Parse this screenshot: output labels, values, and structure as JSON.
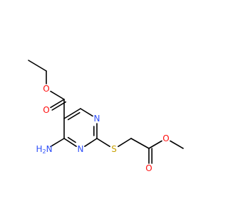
{
  "diagram": {
    "atoms": [
      {
        "id": "ethyl-ch3",
        "text": ""
      },
      {
        "id": "ethyl-ch2",
        "text": ""
      },
      {
        "id": "ester-o-single",
        "text": "O"
      },
      {
        "id": "ester-carbonyl-c",
        "text": ""
      },
      {
        "id": "ester-o-double",
        "text": "O"
      },
      {
        "id": "ring-c5",
        "text": ""
      },
      {
        "id": "ring-c6",
        "text": ""
      },
      {
        "id": "ring-n1",
        "text": "N"
      },
      {
        "id": "ring-c2",
        "text": ""
      },
      {
        "id": "ring-n3",
        "text": "N"
      },
      {
        "id": "ring-c4",
        "text": ""
      },
      {
        "id": "amine-n",
        "text": "H2N"
      },
      {
        "id": "thioether-s",
        "text": "S"
      },
      {
        "id": "methylene-c",
        "text": ""
      },
      {
        "id": "acid-carbonyl-c",
        "text": ""
      },
      {
        "id": "acid-o-double",
        "text": "O"
      },
      {
        "id": "acid-o-single",
        "text": "O"
      },
      {
        "id": "methyl-c",
        "text": ""
      }
    ],
    "colors": {
      "bond": "#000000",
      "oxygen": "#ff0d0d",
      "nitrogen": "#3050f8",
      "sulfur": "#c8a000",
      "background": "#ffffff"
    }
  }
}
